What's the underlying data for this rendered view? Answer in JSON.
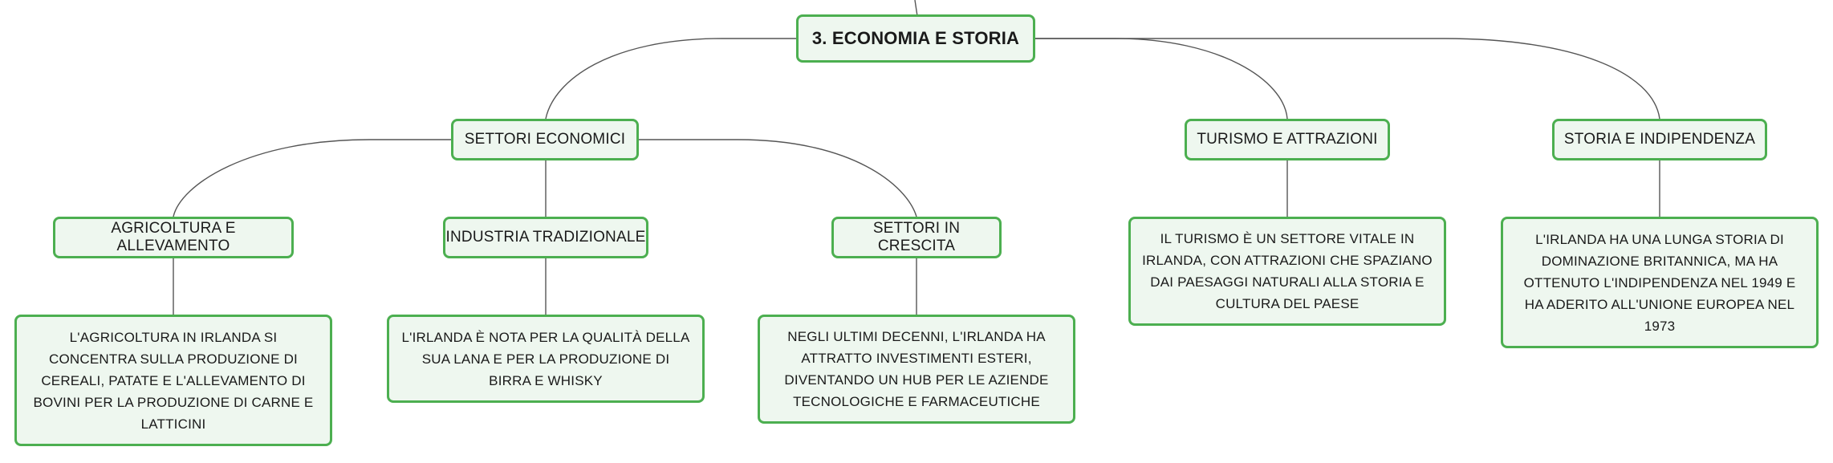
{
  "mindmap": {
    "root": "3. ECONOMIA E STORIA",
    "branches": [
      {
        "label": "SETTORI ECONOMICI",
        "children": [
          {
            "label": "AGRICOLTURA E ALLEVAMENTO",
            "detail": "L'AGRICOLTURA IN IRLANDA SI CONCENTRA SULLA PRODUZIONE DI CEREALI, PATATE E L'ALLEVAMENTO DI BOVINI PER LA PRODUZIONE DI CARNE E LATTICINI"
          },
          {
            "label": "INDUSTRIA TRADIZIONALE",
            "detail": "L'IRLANDA È NOTA PER LA QUALITÀ DELLA SUA LANA E PER LA PRODUZIONE DI BIRRA E WHISKY"
          },
          {
            "label": "SETTORI IN CRESCITA",
            "detail": "NEGLI ULTIMI DECENNI, L'IRLANDA HA ATTRATTO INVESTIMENTI ESTERI, DIVENTANDO UN HUB PER LE AZIENDE TECNOLOGICHE E FARMACEUTICHE"
          }
        ]
      },
      {
        "label": "TURISMO E ATTRAZIONI",
        "detail": "IL TURISMO È UN SETTORE VITALE IN IRLANDA, CON ATTRAZIONI CHE SPAZIANO DAI PAESAGGI NATURALI ALLA STORIA E CULTURA DEL PAESE"
      },
      {
        "label": "STORIA E INDIPENDENZA",
        "detail": "L'IRLANDA HA UNA LUNGA STORIA DI DOMINAZIONE BRITANNICA, MA HA OTTENUTO L'INDIPENDENZA NEL 1949 E HA ADERITO ALL'UNIONE EUROPEA NEL 1973"
      }
    ]
  },
  "colors": {
    "node_border": "#4caf50",
    "node_fill": "#eef7ef",
    "connector": "#555555"
  }
}
